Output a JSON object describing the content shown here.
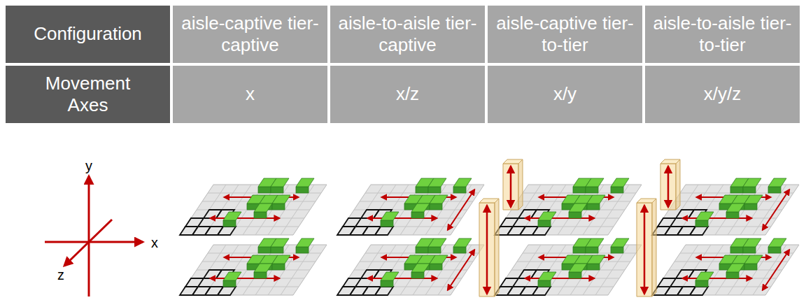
{
  "diagram": {
    "labels": [
      "Configuration",
      "aisle-captive tier-captive",
      "aisle-to-aisle tier-captive",
      "aisle-captive tier-to-tier",
      "aisle-to-aisle tier-to-tier",
      "Movement Axes",
      "x",
      "x/z",
      "x/y",
      "x/y/z",
      "y",
      "x",
      "z"
    ]
  }
}
